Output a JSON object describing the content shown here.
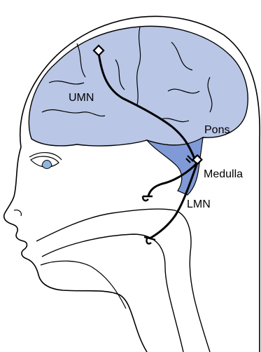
{
  "labels": {
    "umn": "UMN",
    "pons": "Pons",
    "medulla": "Medulla",
    "lmn": "LMN"
  },
  "colors": {
    "brain": "#b9c6e6",
    "brainstem": "#7f9ad6",
    "iris": "#8fb6e0",
    "outline": "#000000",
    "background": "#ffffff"
  }
}
